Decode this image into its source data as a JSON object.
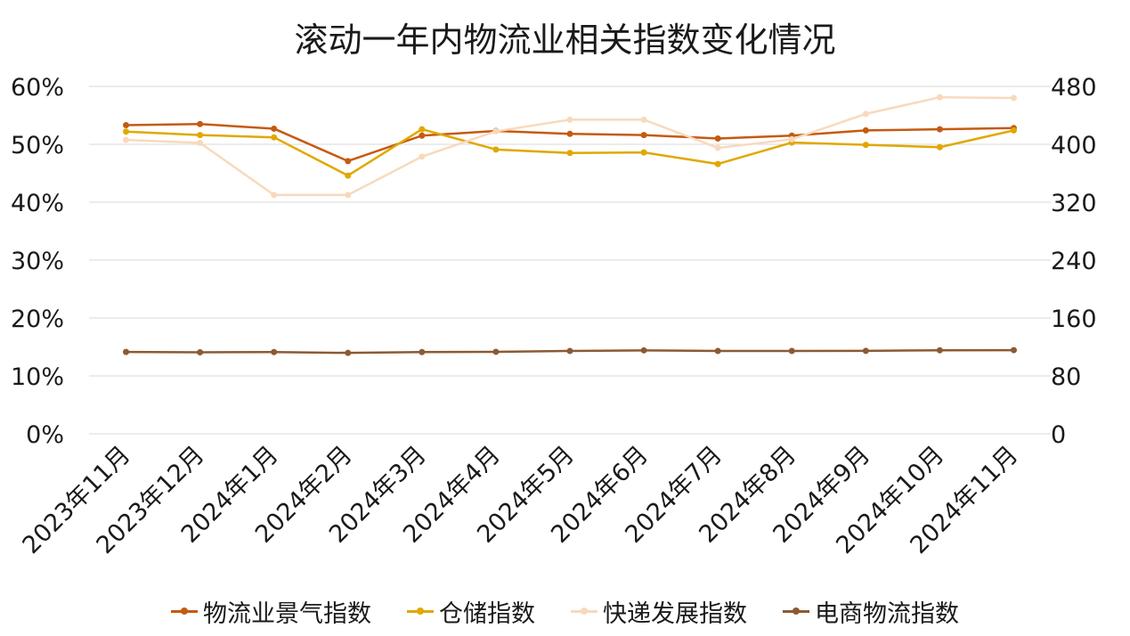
{
  "chart_data": {
    "type": "line",
    "title": "滚动一年内物流业相关指数变化情况",
    "categories": [
      "2023年11月",
      "2023年12月",
      "2024年1月",
      "2024年2月",
      "2024年3月",
      "2024年4月",
      "2024年5月",
      "2024年6月",
      "2024年7月",
      "2024年8月",
      "2024年9月",
      "2024年10月",
      "2024年11月"
    ],
    "y_left": {
      "min": 0,
      "max": 60,
      "step": 10,
      "ticks": [
        "0%",
        "10%",
        "20%",
        "30%",
        "40%",
        "50%",
        "60%"
      ]
    },
    "y_right": {
      "min": 0,
      "max": 480,
      "step": 80,
      "ticks": [
        "0",
        "80",
        "160",
        "240",
        "320",
        "400",
        "480"
      ]
    },
    "grid": true,
    "legend_position": "bottom",
    "series": [
      {
        "name": "物流业景气指数",
        "axis": "left",
        "color": "#c55a11",
        "values": [
          53.3,
          53.5,
          52.7,
          47.1,
          51.5,
          52.3,
          51.8,
          51.6,
          51.0,
          51.5,
          52.4,
          52.6,
          52.8
        ]
      },
      {
        "name": "仓储指数",
        "axis": "left",
        "color": "#e0a800",
        "values": [
          52.2,
          51.6,
          51.2,
          44.6,
          52.6,
          49.1,
          48.5,
          48.6,
          46.6,
          50.3,
          49.9,
          49.5,
          52.4
        ]
      },
      {
        "name": "快递发展指数",
        "axis": "right",
        "color": "#f8d9bd",
        "values": [
          406,
          402,
          330,
          330,
          383,
          418,
          434,
          434,
          395,
          407,
          442,
          465,
          464
        ]
      },
      {
        "name": "电商物流指数",
        "axis": "right",
        "color": "#8c5a33",
        "values": [
          113.1,
          112.6,
          112.9,
          111.8,
          112.9,
          113.3,
          114.5,
          115.3,
          114.5,
          114.5,
          114.6,
          115.4,
          115.6
        ]
      }
    ]
  }
}
